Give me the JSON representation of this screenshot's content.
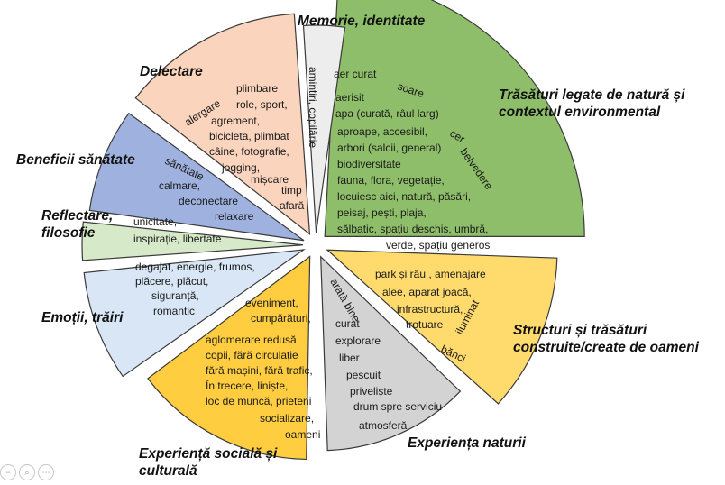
{
  "categories": [
    {
      "id": "natura",
      "label": "Trăsături legate de natură și contextul environmental",
      "lines": [
        "Trăsături legate de natură și",
        "contextul environmental"
      ],
      "color": "#8fbe6a",
      "stroke": "#3a3a3a"
    },
    {
      "id": "structuri",
      "label": "Structuri și trăsături construite/create de oameni",
      "lines": [
        "Structuri și trăsături",
        "construite/create de oameni"
      ],
      "color": "#ffdb6e",
      "stroke": "#3a3a3a"
    },
    {
      "id": "exp_naturii",
      "label": "Experiența naturii",
      "lines": [
        "Experiența naturii"
      ],
      "color": "#d3d3d3",
      "stroke": "#3a3a3a"
    },
    {
      "id": "exp_sociala",
      "label": "Experiență socială și culturală",
      "lines": [
        "Experiență socială și",
        "culturală"
      ],
      "color": "#ffcd3f",
      "stroke": "#3a3a3a"
    },
    {
      "id": "emotii",
      "label": "Emoții, trăiri",
      "lines": [
        "Emoții, trăiri"
      ],
      "color": "#d8e6f5",
      "stroke": "#3a3a3a"
    },
    {
      "id": "reflectare",
      "label": "Reflectare, filosofie",
      "lines": [
        "Reflectare,",
        "filosofie"
      ],
      "color": "#d6e9c8",
      "stroke": "#3a3a3a"
    },
    {
      "id": "sanatate",
      "label": "Beneficii sănătate",
      "lines": [
        "Beneficii sănătate"
      ],
      "color": "#9fb2df",
      "stroke": "#3a3a3a"
    },
    {
      "id": "delectare",
      "label": "Delectare",
      "lines": [
        "Delectare"
      ],
      "color": "#fad4bc",
      "stroke": "#3a3a3a"
    },
    {
      "id": "memorie",
      "label": "Memorie, identitate",
      "lines": [
        "Memorie, identitate"
      ],
      "color": "#ededed",
      "stroke": "#3a3a3a"
    }
  ],
  "words": {
    "natura": [
      "aer curat",
      "soare",
      "aerisit",
      "apa (curată, râul larg)",
      "cer",
      "aproape, accesibil,",
      "belvedere",
      "arbori (salcii, general)",
      "biodiversitate",
      "fauna, flora, vegetație,",
      "locuiesc aici, natură, păsări,",
      "peisaj, pești, plaja,",
      "sălbatic, spațiu deschis, umbră,",
      "verde, spațiu generos"
    ],
    "structuri": [
      "park și râu , amenajare",
      "alee, aparat joacă,",
      "infrastructură,",
      "iluminat",
      "trotuare",
      "bănci"
    ],
    "exp_naturii": [
      "arată bine",
      "curat",
      "explorare",
      "liber",
      "pescuit",
      "priveliște",
      "drum spre serviciu",
      "atmosferă"
    ],
    "exp_sociala": [
      "eveniment,",
      "cumpărături,",
      "aglomerare redusă",
      "copii, fără circulație",
      "fără mașini, fără trafic,",
      "În trecere, liniște,",
      "loc de muncă, prieteni",
      "socializare,",
      "oameni"
    ],
    "emotii": [
      "degajat, energie, frumos,",
      "plăcere,   plăcut,",
      "siguranță,",
      "romantic"
    ],
    "reflectare": [
      "unicitate,",
      "inspirație, libertate"
    ],
    "sanatate": [
      "sănătate",
      "calmare,",
      "deconectare",
      "relaxare"
    ],
    "delectare": [
      "alergare",
      "plimbare",
      "role, sport,",
      "agrement,",
      "bicicleta, plimbat",
      "câine, fotografie,",
      "jogging,",
      "mișcare",
      "timp",
      "afară"
    ],
    "memorie": [
      "amintiri, copilărie"
    ]
  },
  "title": {
    "main": "Memorie, identitate"
  }
}
